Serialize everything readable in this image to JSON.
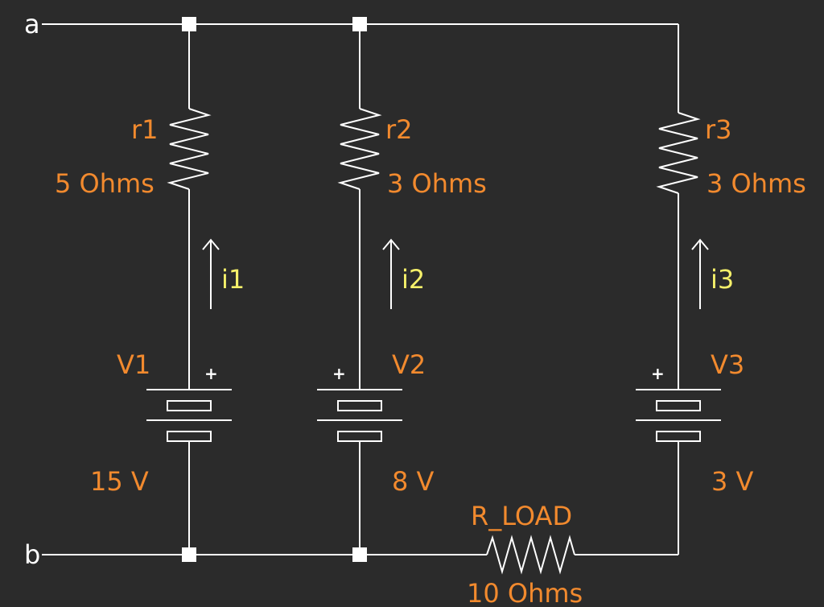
{
  "nodes": {
    "top": "a",
    "bottom": "b"
  },
  "colors": {
    "background": "#2b2b2b",
    "wire": "#ffffff",
    "component_label": "#f28a2e",
    "current_label": "#f5f06a"
  },
  "branches": [
    {
      "resistor": {
        "name": "r1",
        "value": "5 Ohms"
      },
      "current": "i1",
      "source": {
        "name": "V1",
        "value": "15 V",
        "polarity": "+"
      }
    },
    {
      "resistor": {
        "name": "r2",
        "value": "3 Ohms"
      },
      "current": "i2",
      "source": {
        "name": "V2",
        "value": "8 V",
        "polarity": "+"
      }
    },
    {
      "resistor": {
        "name": "r3",
        "value": "3 Ohms"
      },
      "current": "i3",
      "source": {
        "name": "V3",
        "value": "3 V",
        "polarity": "+"
      }
    }
  ],
  "load": {
    "name": "R_LOAD",
    "value": "10 Ohms"
  }
}
